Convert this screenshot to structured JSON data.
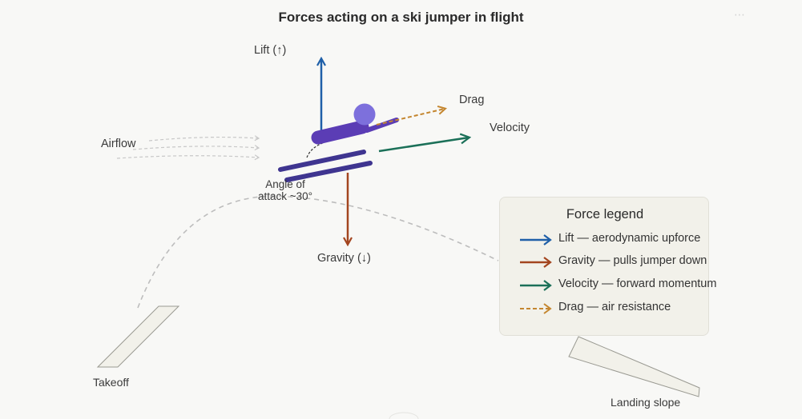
{
  "title": "Forces acting on a ski jumper in flight",
  "menu_glyph": "⋯",
  "labels": {
    "lift": "Lift (↑)",
    "drag": "Drag",
    "velocity": "Velocity",
    "airflow": "Airflow",
    "gravity": "Gravity (↓)",
    "angle_line1": "Angle of",
    "angle_line2": "attack ~30°",
    "takeoff": "Takeoff",
    "landing": "Landing slope"
  },
  "legend": {
    "title": "Force legend",
    "items": [
      {
        "label": "Lift — aerodynamic upforce",
        "color": "#1f5fa8",
        "style": "solid"
      },
      {
        "label": "Gravity — pulls jumper down",
        "color": "#a3451f",
        "style": "solid"
      },
      {
        "label": "Velocity — forward momentum",
        "color": "#1b7058",
        "style": "solid"
      },
      {
        "label": "Drag — air resistance",
        "color": "#c4862f",
        "style": "dashed"
      }
    ]
  },
  "colors": {
    "lift": "#1f5fa8",
    "gravity": "#a3451f",
    "velocity": "#1b7058",
    "drag": "#c4862f",
    "jumper": "#5b3db5",
    "skis": "#3f3590",
    "head": "#7d70dc",
    "path": "#bdbdbd",
    "airflow": "#c8c8c8"
  }
}
